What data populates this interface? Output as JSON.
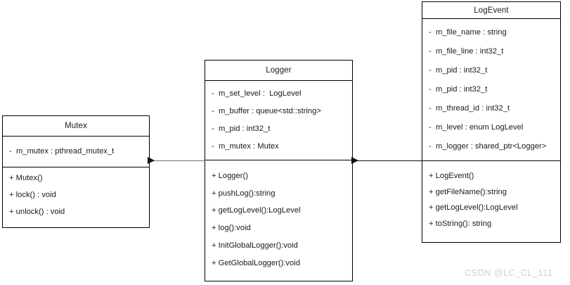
{
  "diagram": {
    "type": "uml-class-diagram",
    "background_color": "#ffffff",
    "line_color": "#111111",
    "text_color": "#1a1a1a"
  },
  "classes": [
    {
      "id": "mutex",
      "name": "Mutex",
      "attributes": [
        "-  m_mutex : pthread_mutex_t"
      ],
      "methods": [
        "+ Mutex()",
        "+ lock() : void",
        "+ unlock() : void"
      ]
    },
    {
      "id": "logger",
      "name": "Logger",
      "attributes": [
        "-  m_set_level :  LogLevel",
        "-  m_buffer : queue<std::string>",
        "-  m_pid : int32_t",
        "-  m_mutex : Mutex"
      ],
      "methods": [
        "+ Logger()",
        "+ pushLog():string",
        "+ getLogLevel():LogLevel",
        "+ log():void",
        "+ InitGlobalLogger():void",
        "+ GetGlobalLogger():void"
      ]
    },
    {
      "id": "logevent",
      "name": "LogEvent",
      "attributes": [
        "-  m_file_name : string",
        "-  m_file_line : int32_t",
        "-  m_pid : int32_t",
        "-  m_pid : int32_t",
        "-  m_thread_id : int32_t",
        "-  m_level : enum LogLevel",
        "-  m_logger : shared_ptr<Logger>"
      ],
      "methods": [
        "+ LogEvent()",
        "+ getFileName():string",
        "+ getLogLevel():LogLevel",
        "+ toString(): string"
      ]
    }
  ],
  "connections": [
    {
      "id": "logger-to-mutex",
      "from": "logger",
      "to": "mutex",
      "style": "association-arrow",
      "direction": "left"
    },
    {
      "id": "logevent-to-logger",
      "from": "logevent",
      "to": "logger",
      "style": "association-arrow",
      "direction": "left"
    }
  ],
  "watermark": {
    "text": "CSDN @LC_CL_111"
  }
}
